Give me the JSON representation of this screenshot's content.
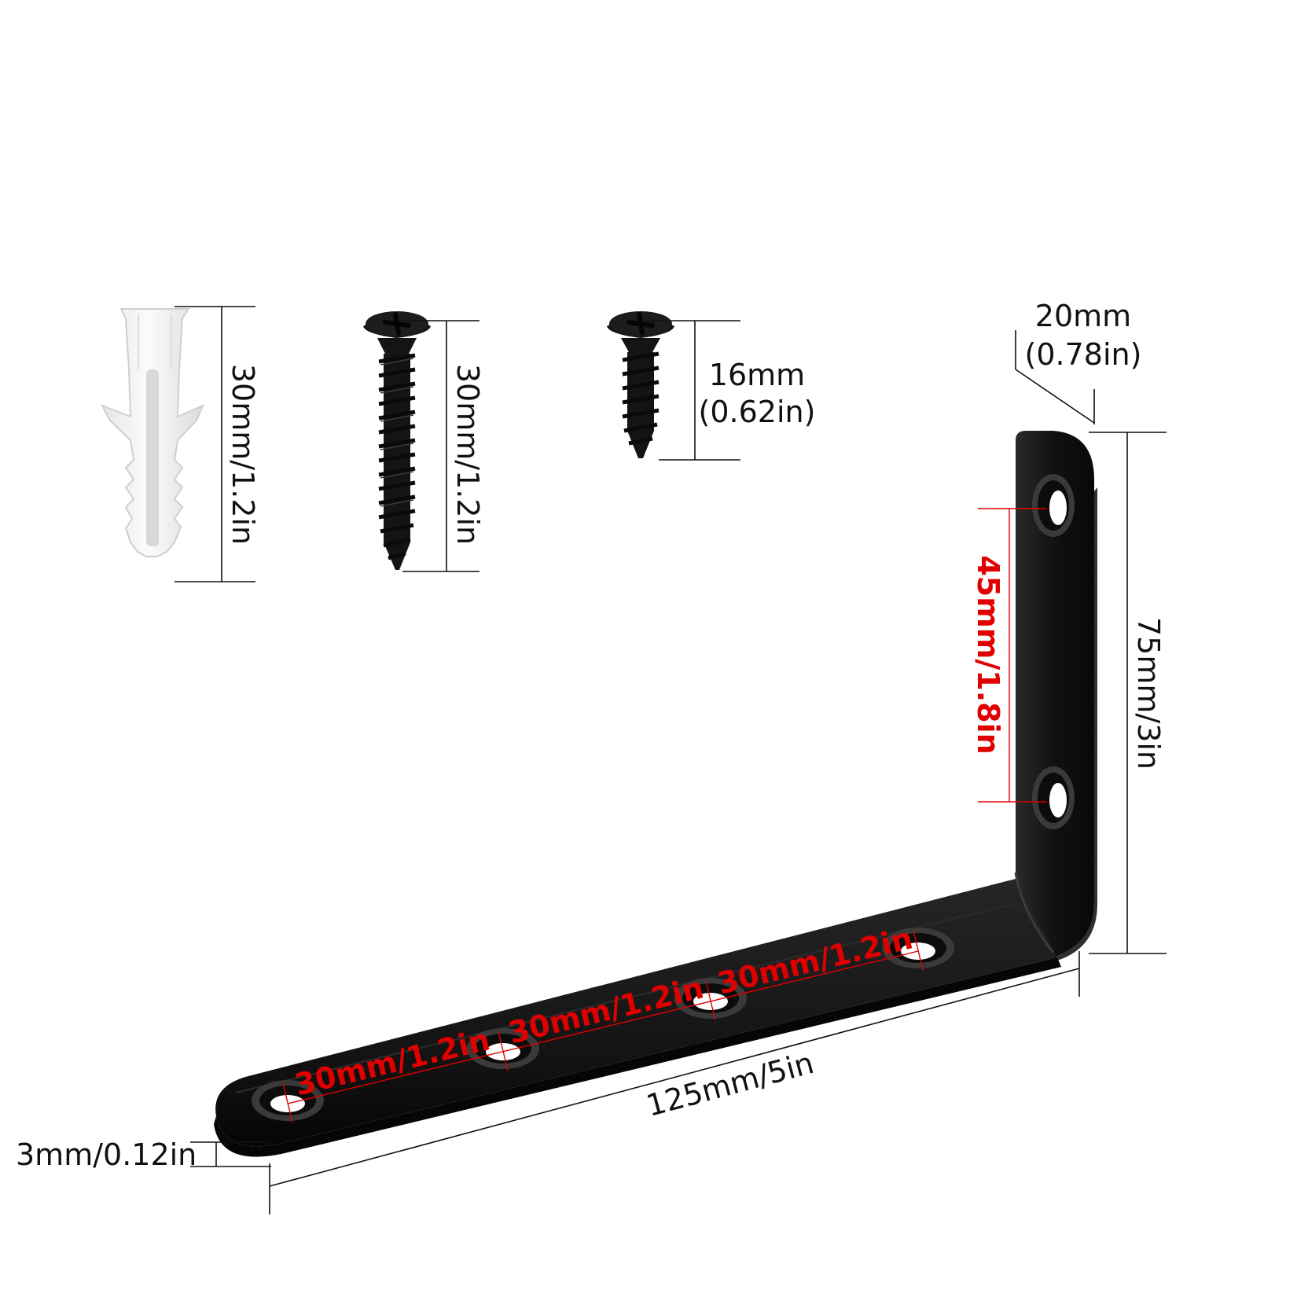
{
  "colors": {
    "bracket": "#151515",
    "bracket_edge": "#2e2e2e",
    "screw": "#111111",
    "anchor": "#f1f1f1",
    "anchor_edge": "#d4d4d4",
    "dimension": "#111111",
    "hole_spacing": "#e00000",
    "background": "#ffffff"
  },
  "parts": {
    "anchor": {
      "name": "plastic-wall-anchor",
      "length_label": "30mm/1.2in"
    },
    "long_screw": {
      "name": "flat-head-screw-long",
      "length_label": "30mm/1.2in"
    },
    "short_screw": {
      "name": "flat-head-screw-short",
      "length_line1": "16mm",
      "length_line2": "(0.62in)"
    }
  },
  "bracket": {
    "width_line1": "20mm",
    "width_line2": "(0.78in)",
    "height_label": "75mm/3in",
    "length_label": "125mm/5in",
    "thickness_label": "3mm/0.12in",
    "vertical_hole_spacing": "45mm/1.8in",
    "horizontal_hole_spacing": [
      "30mm/1.2in",
      "30mm/1.2in",
      "30mm/1.2in"
    ]
  }
}
